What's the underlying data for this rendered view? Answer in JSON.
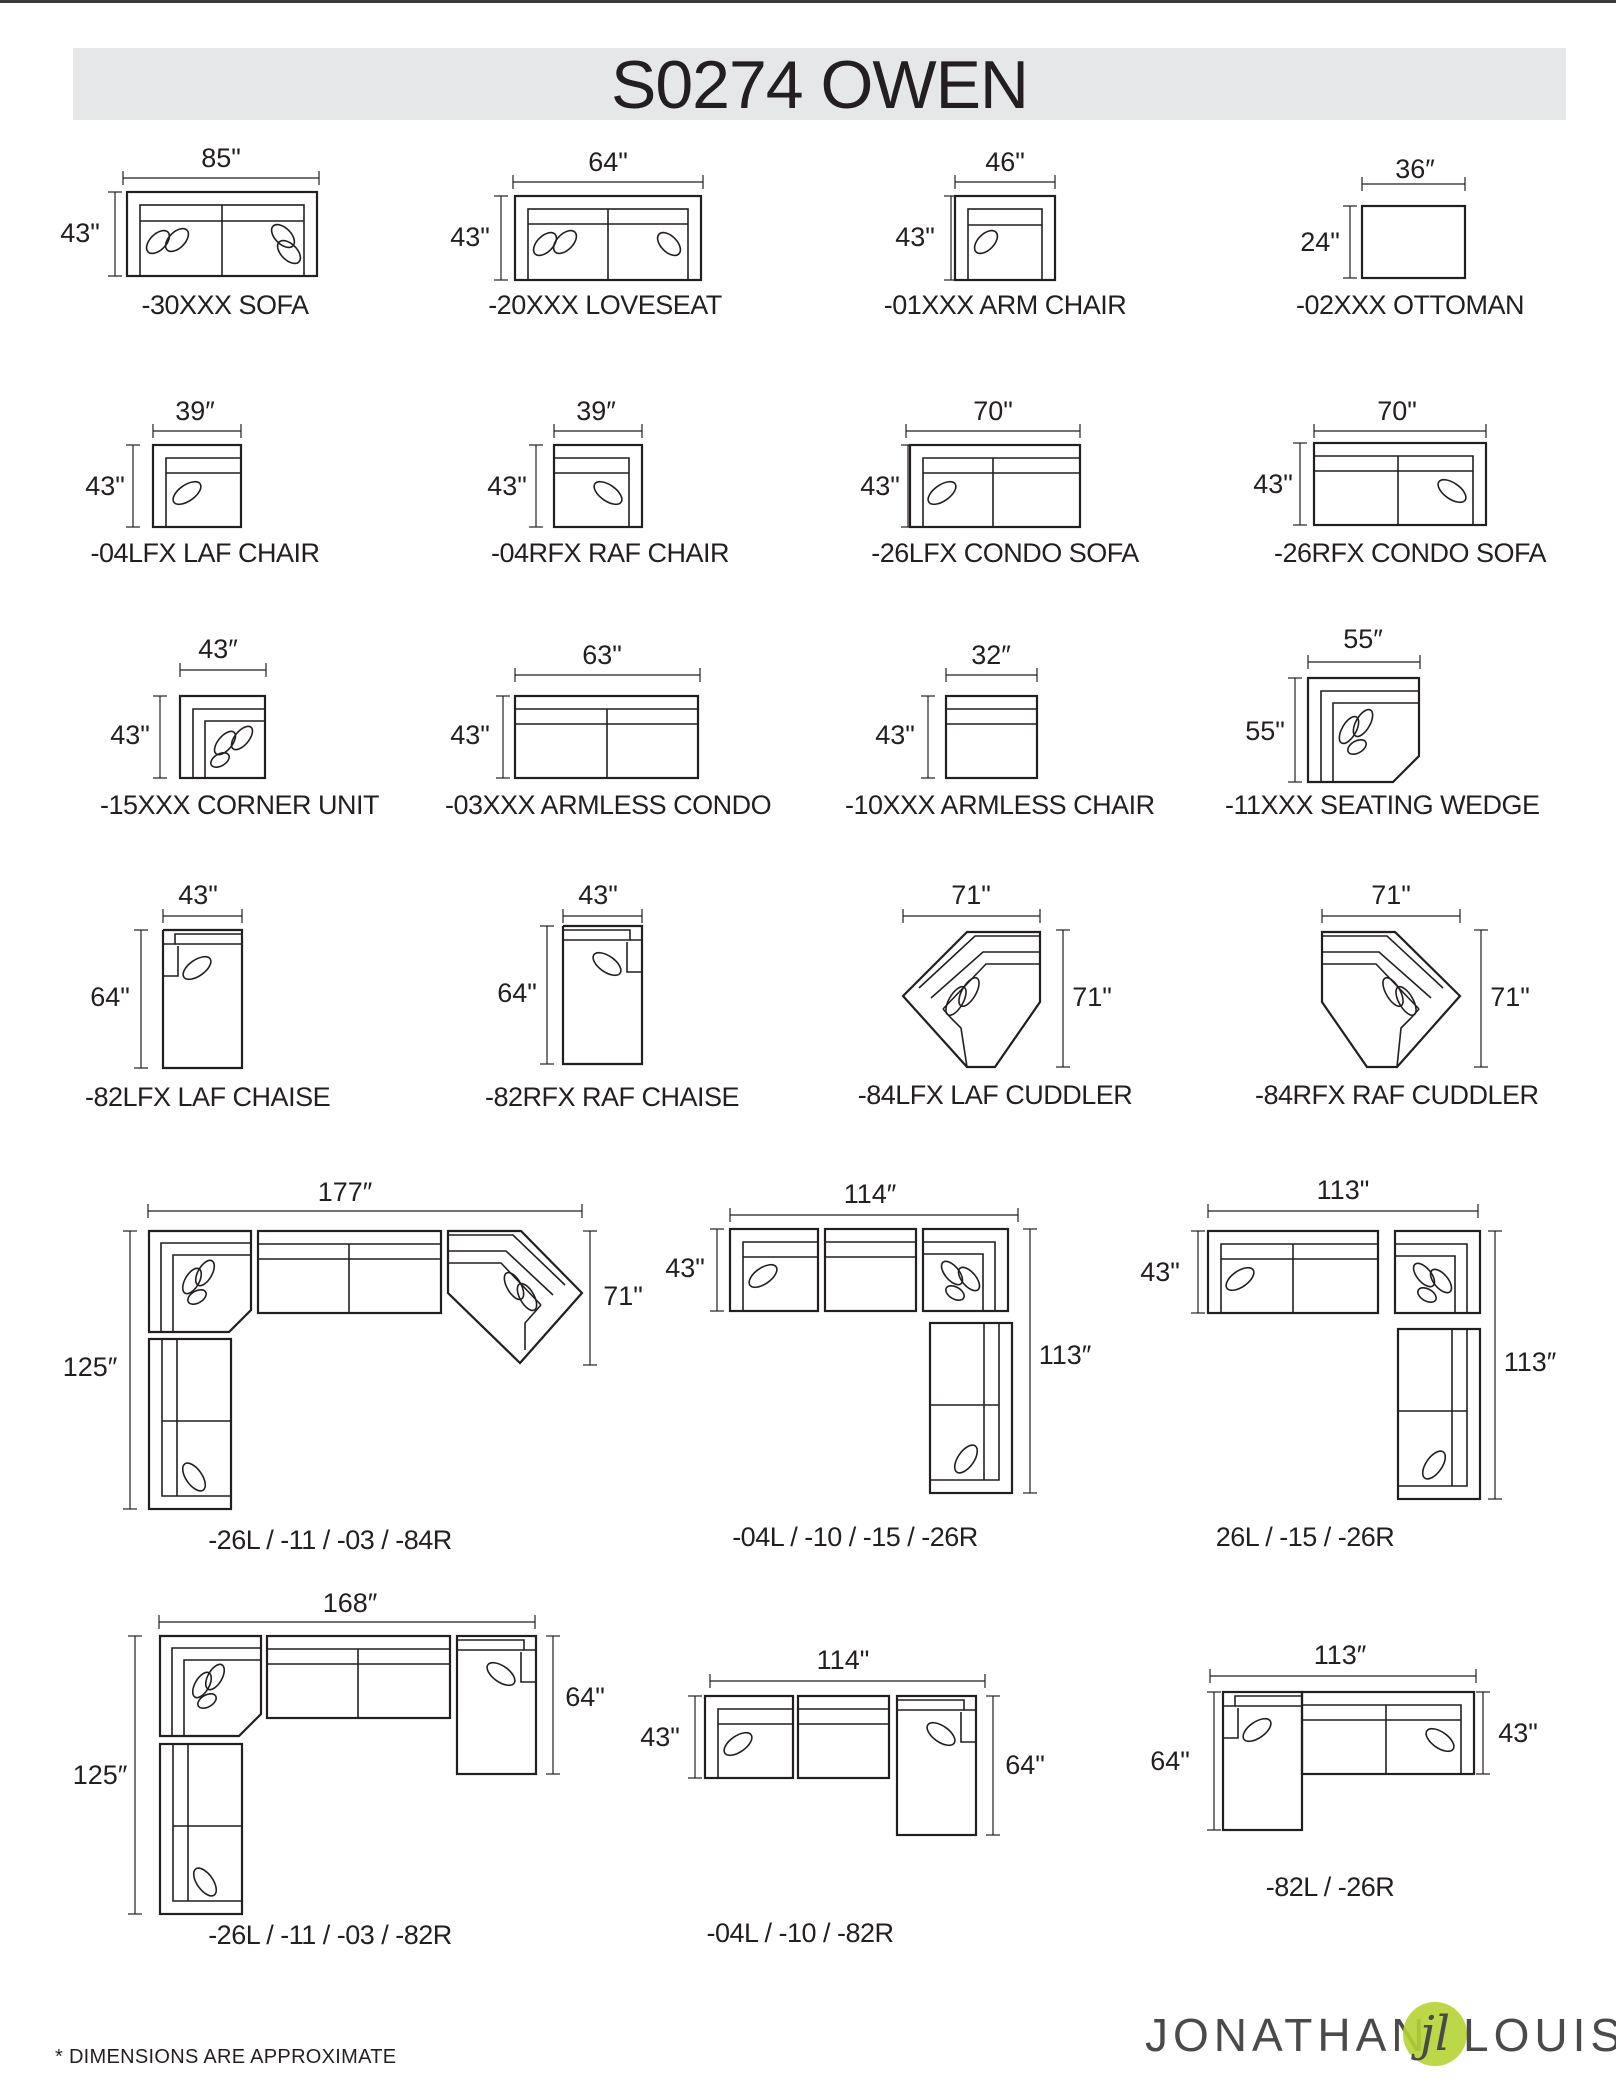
{
  "title": "S0274 OWEN",
  "footnote": "* DIMENSIONS ARE APPROXIMATE",
  "brand": {
    "left": "JONATHAN",
    "right": "LOUIS",
    "mark": "jl",
    "mark_color": "#b5d334"
  },
  "units": {
    "sofa": {
      "label": "-30XXX SOFA",
      "width": "85\"",
      "depth": "43\""
    },
    "loveseat": {
      "label": "-20XXX LOVESEAT",
      "width": "64\"",
      "depth": "43\""
    },
    "arm_chair": {
      "label": "-01XXX ARM CHAIR",
      "width": "46\"",
      "depth": "43\""
    },
    "ottoman": {
      "label": "-02XXX OTTOMAN",
      "width": "36″",
      "depth": "24\""
    },
    "laf_chair": {
      "label": "-04LFX LAF CHAIR",
      "width": "39″",
      "depth": "43\""
    },
    "raf_chair": {
      "label": "-04RFX RAF CHAIR",
      "width": "39″",
      "depth": "43\""
    },
    "laf_condo": {
      "label": "-26LFX CONDO SOFA",
      "width": "70\"",
      "depth": "43\""
    },
    "raf_condo": {
      "label": "-26RFX CONDO SOFA",
      "width": "70\"",
      "depth": "43\""
    },
    "corner": {
      "label": "-15XXX CORNER UNIT",
      "width": "43″",
      "depth": "43\""
    },
    "armless_condo": {
      "label": "-03XXX ARMLESS CONDO",
      "width": "63\"",
      "depth": "43\""
    },
    "armless_chair": {
      "label": "-10XXX ARMLESS CHAIR",
      "width": "32″",
      "depth": "43\""
    },
    "wedge": {
      "label": "-11XXX SEATING WEDGE",
      "width": "55″",
      "depth": "55\""
    },
    "laf_chaise": {
      "label": "-82LFX LAF CHAISE",
      "width": "43\"",
      "depth": "64\""
    },
    "raf_chaise": {
      "label": "-82RFX RAF CHAISE",
      "width": "43\"",
      "depth": "64\""
    },
    "laf_cuddler": {
      "label": "-84LFX LAF CUDDLER",
      "width": "71\"",
      "depth": "71\""
    },
    "raf_cuddler": {
      "label": "-84RFX RAF CUDDLER",
      "width": "71\"",
      "depth": "71\""
    }
  },
  "sectionals": {
    "s1": {
      "label": "-26L / -11 / -03 / -84R",
      "width": "177″",
      "depth": "125″",
      "side": "71\""
    },
    "s2": {
      "label": "-04L / -10 / -15 / -26R",
      "width": "114″",
      "depth": "43\"",
      "side": "113″"
    },
    "s3": {
      "label": "26L / -15 / -26R",
      "width": "113\"",
      "depth": "43\"",
      "side": "113″"
    },
    "s4": {
      "label": "-26L / -11 / -03 / -82R",
      "width": "168″",
      "depth": "125″",
      "side": "64\""
    },
    "s5": {
      "label": "-04L / -10 / -82R",
      "width": "114\"",
      "depth": "43\"",
      "side": "64\""
    },
    "s6": {
      "label": "-82L / -26R",
      "width": "113″",
      "depth": "64\"",
      "side": "43\""
    }
  }
}
